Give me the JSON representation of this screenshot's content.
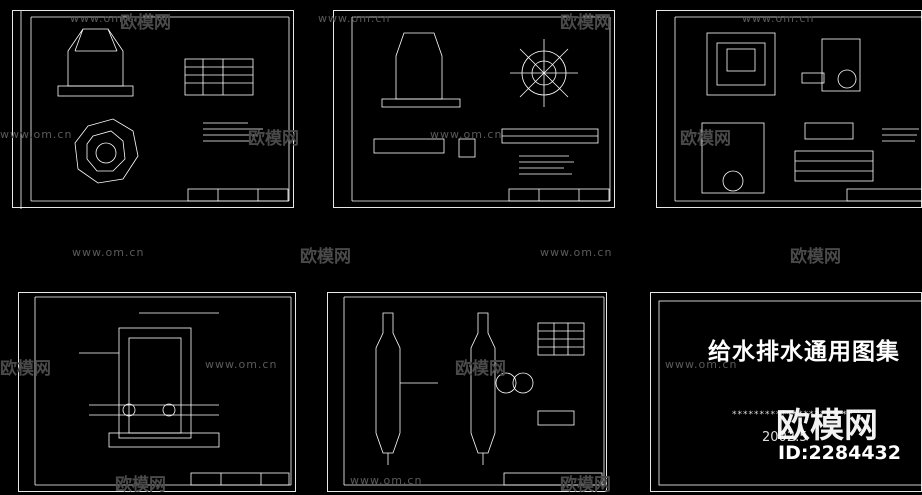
{
  "cover": {
    "title": "给水排水通用图集",
    "stars": "**********************",
    "date": "2002.5"
  },
  "watermark": {
    "url": "www.om.cn",
    "brand": "欧模网",
    "id": "ID:2284432"
  },
  "colors": {
    "background": "#000000",
    "linework": "#ffffff",
    "watermark": "#5a5a5a"
  }
}
